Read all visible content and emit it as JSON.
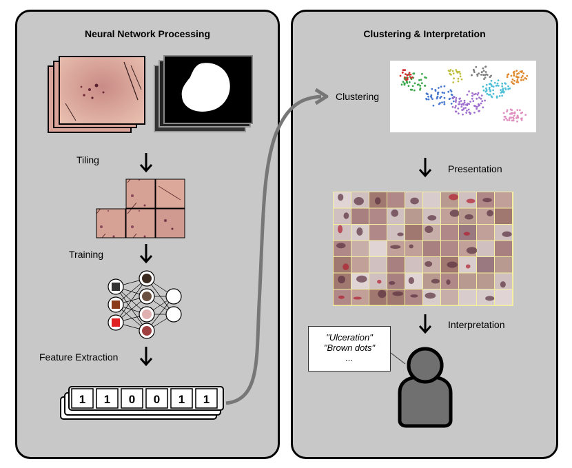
{
  "left_panel": {
    "title": "Neural Network Processing",
    "steps": [
      "Tiling",
      "Training",
      "Feature Extraction"
    ],
    "feature_vector": [
      "1",
      "1",
      "0",
      "0",
      "1",
      "1"
    ]
  },
  "right_panel": {
    "title": "Clustering & Interpretation",
    "steps": [
      "Clustering",
      "Presentation",
      "Interpretation"
    ],
    "speech": {
      "line1": "\"Ulceration\"",
      "line2": "\"Brown dots\"",
      "line3": "..."
    }
  },
  "colors": {
    "panel_bg": "#c8c8c8",
    "skin": "#d9a59a",
    "mask": "#000000",
    "arrow_curve": "#777777"
  },
  "icons": [
    "down-arrow-icon",
    "neural-network-icon",
    "person-icon",
    "speech-bubble-icon"
  ]
}
